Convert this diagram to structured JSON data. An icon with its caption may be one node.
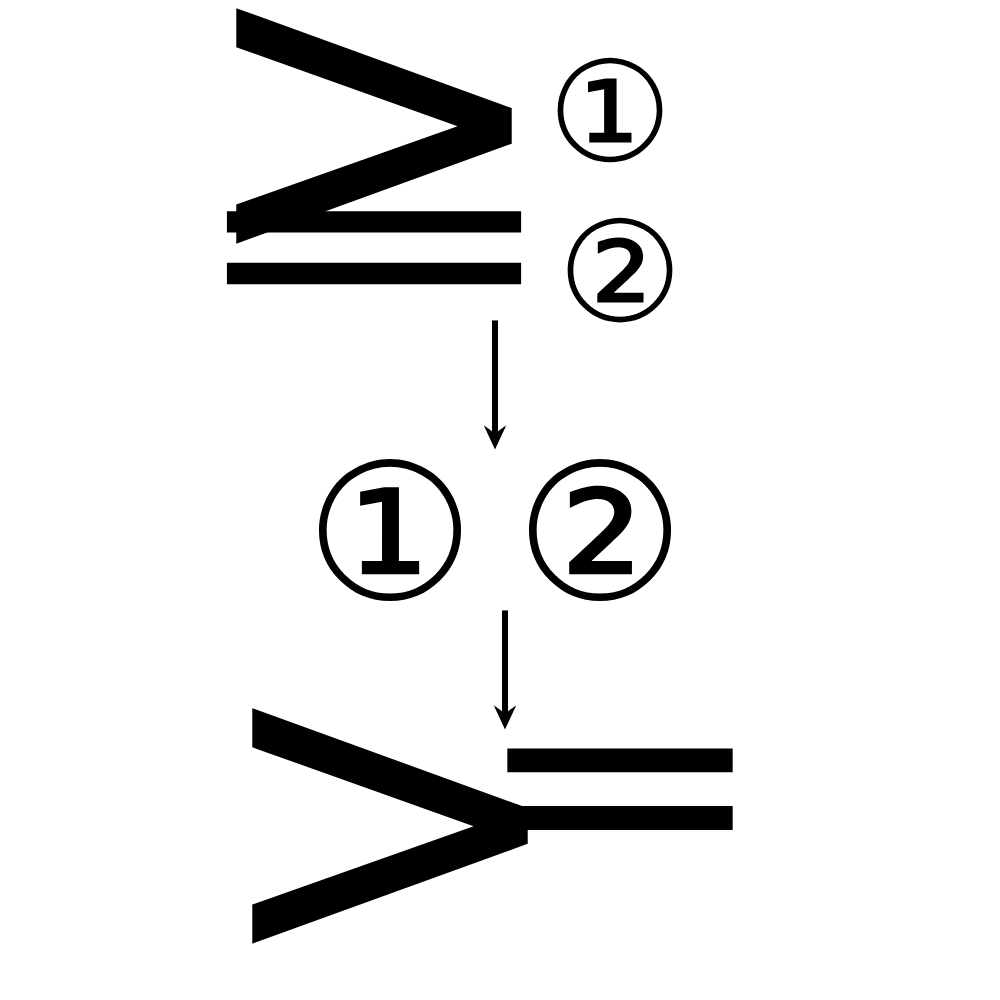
{
  "diagram": {
    "nodes": [
      {
        "text": [
          ">",
          "①",
          "=",
          "②"
        ]
      },
      {
        "text": [
          "①",
          "②"
        ]
      },
      {
        "text": [
          ">",
          "="
        ]
      }
    ],
    "edges": [
      {
        "from": 0,
        "to": 1,
        "arrow": "to"
      },
      {
        "from": 1,
        "to": 2,
        "arrow": "to"
      }
    ]
  }
}
